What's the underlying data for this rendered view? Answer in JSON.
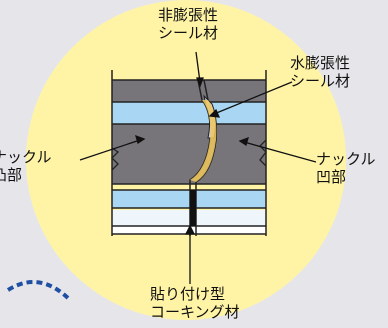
{
  "labels": {
    "non_swelling_sealant": [
      "非膨張性",
      "シール材"
    ],
    "swelling_sealant": [
      "水膨張性",
      "シール材"
    ],
    "knuckle_left": [
      "ナックル",
      "凸部"
    ],
    "knuckle_right": [
      "ナックル",
      "凹部"
    ],
    "caulking": [
      "貼り付け型",
      "コーキング材"
    ]
  },
  "colors": {
    "background": "#e6e6ea",
    "circle": "#fff4a6",
    "dark_band": "#77757a",
    "blue_band": "#a9d6f2",
    "light_band": "#eef5fb",
    "accent_dash": "#1f4fa3",
    "sealant_fill": "#c9cbe9",
    "caulking_fill": "#111111"
  }
}
